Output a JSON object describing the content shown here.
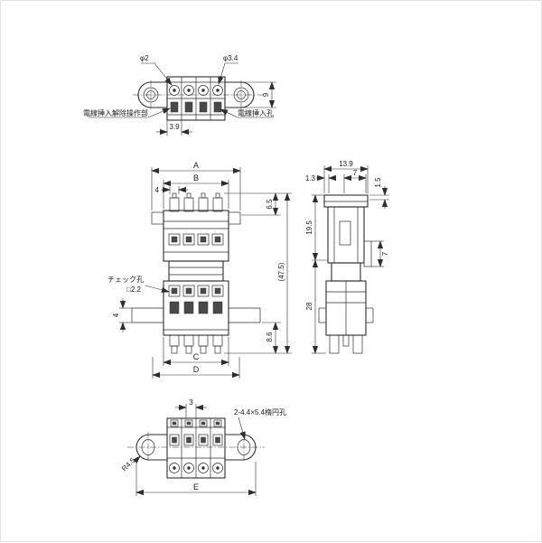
{
  "views": {
    "top": {
      "phi2": "φ2",
      "phi34": "φ3.4",
      "label_release": "電線挿入解除操作部",
      "label_insert": "電線挿入孔",
      "h9": "9",
      "p39": "3.9"
    },
    "front": {
      "A": "A",
      "B": "B",
      "w4_top": "4",
      "h65": "6.5",
      "h475": "(47.5)",
      "h86": "8.6",
      "C": "C",
      "D": "D",
      "check1": "チェック孔",
      "check2": "□2.2",
      "h4_left": "4"
    },
    "side": {
      "w139": "13.9",
      "w13": "1.3",
      "w7": "7",
      "h15": "1.5",
      "h195": "19.5",
      "h7": "7",
      "h28": "28"
    },
    "bottom": {
      "w3": "3",
      "oval": "2-4.4×5.4楕円孔",
      "r45": "R4.5",
      "E": "E"
    }
  }
}
